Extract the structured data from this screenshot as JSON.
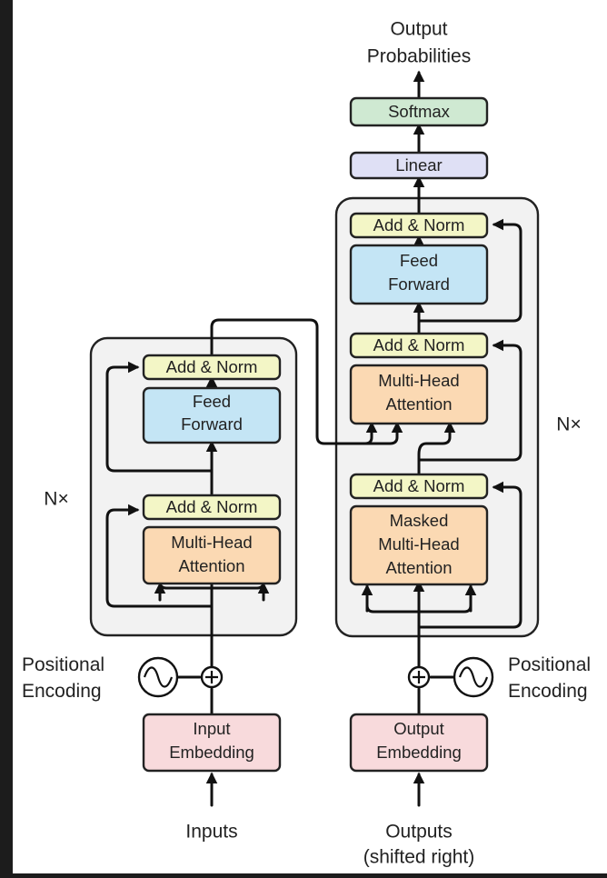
{
  "colors": {
    "add_norm": "#f3f6c6",
    "feed_forward": "#c4e5f5",
    "attention": "#fbd9b3",
    "embedding": "#f8dadc",
    "linear": "#dfe0f5",
    "softmax": "#cfe9d2",
    "panel": "#f2f2f2",
    "stroke": "#222222"
  },
  "top": {
    "output_line1": "Output",
    "output_line2": "Probabilities"
  },
  "decoder_head": {
    "softmax": "Softmax",
    "linear": "Linear"
  },
  "encoder": {
    "add_norm_top": "Add & Norm",
    "ff_line1": "Feed",
    "ff_line2": "Forward",
    "add_norm_bottom": "Add & Norm",
    "mha_line1": "Multi-Head",
    "mha_line2": "Attention",
    "nx": "N×"
  },
  "decoder": {
    "add_norm_top": "Add & Norm",
    "ff_line1": "Feed",
    "ff_line2": "Forward",
    "add_norm_mid": "Add & Norm",
    "mha_line1": "Multi-Head",
    "mha_line2": "Attention",
    "add_norm_bottom": "Add & Norm",
    "masked_line1": "Masked",
    "masked_line2": "Multi-Head",
    "masked_line3": "Attention",
    "nx": "N×"
  },
  "left_pe": {
    "line1": "Positional",
    "line2": "Encoding"
  },
  "right_pe": {
    "line1": "Positional",
    "line2": "Encoding"
  },
  "input_embedding": {
    "line1": "Input",
    "line2": "Embedding"
  },
  "output_embedding": {
    "line1": "Output",
    "line2": "Embedding"
  },
  "inputs_label": "Inputs",
  "outputs_label": {
    "line1": "Outputs",
    "line2": "(shifted right)"
  }
}
